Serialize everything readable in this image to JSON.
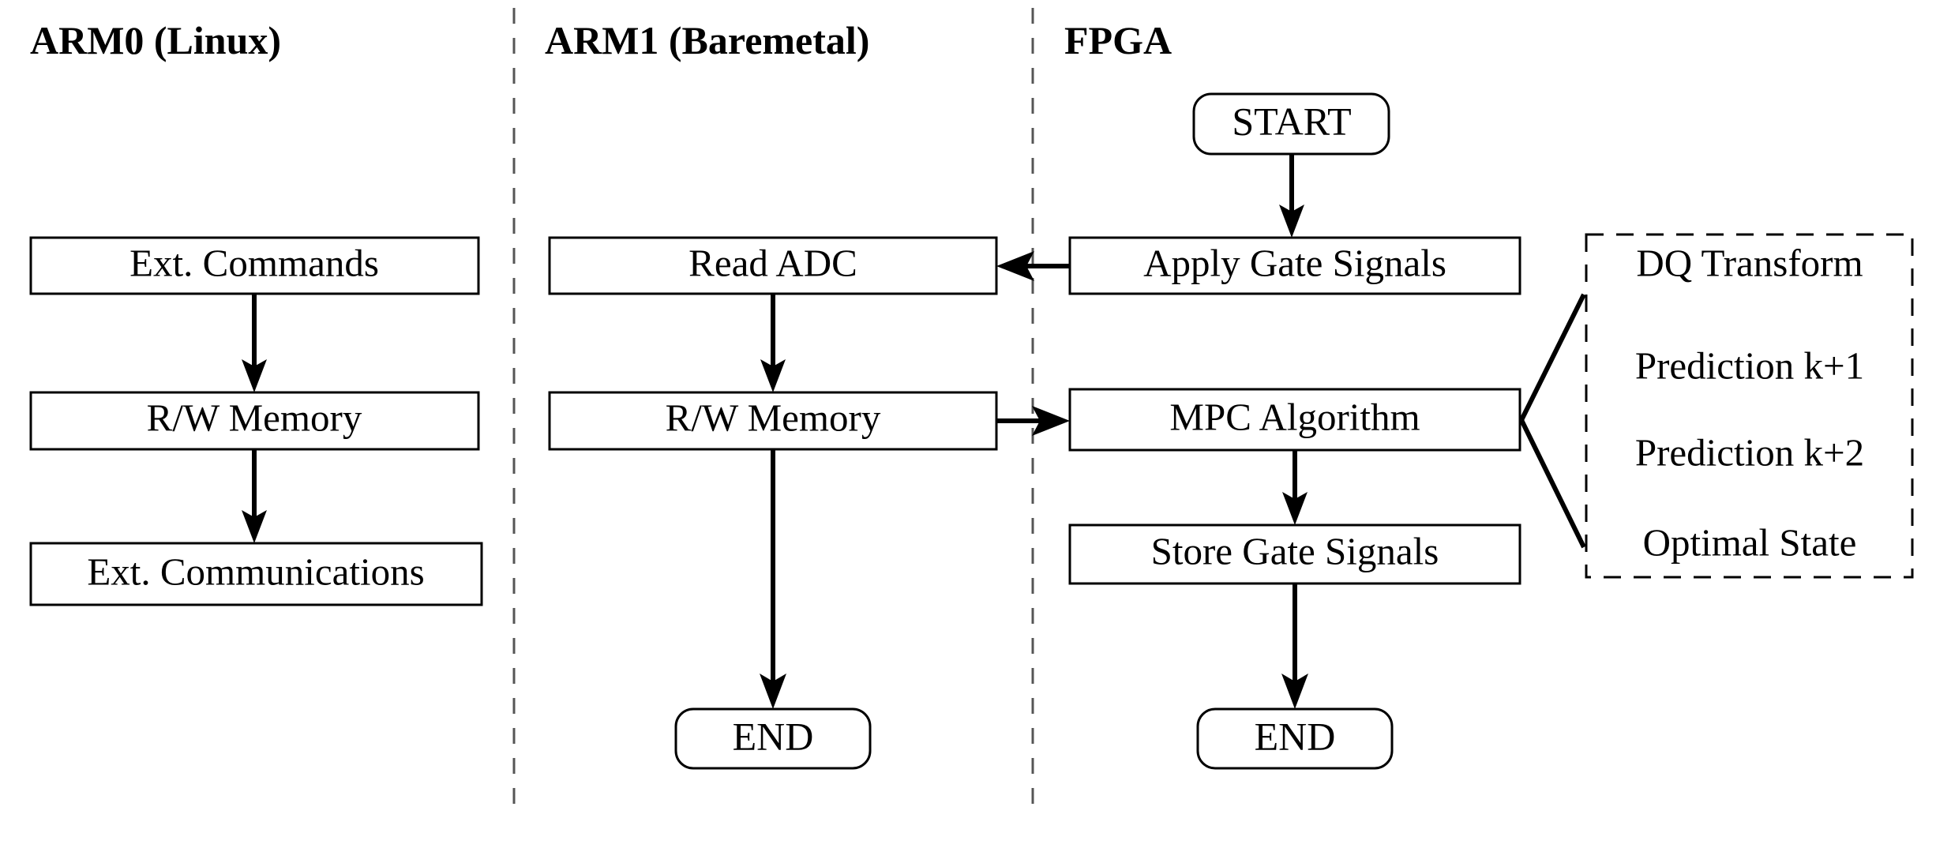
{
  "figure": {
    "kind": "system-partition-flowchart",
    "background_color": "#ffffff",
    "stroke_color": "#000000",
    "divider_color": "#555555"
  },
  "columns": [
    {
      "id": "arm0",
      "title": "ARM0 (Linux)"
    },
    {
      "id": "arm1",
      "title": "ARM1 (Baremetal)"
    },
    {
      "id": "fpga",
      "title": "FPGA"
    }
  ],
  "nodes": {
    "ext_commands": {
      "label": "Ext. Commands",
      "shape": "rect",
      "column": "arm0"
    },
    "arm0_rw_memory": {
      "label": "R/W Memory",
      "shape": "rect",
      "column": "arm0"
    },
    "ext_communications": {
      "label": "Ext. Communications",
      "shape": "rect",
      "column": "arm0"
    },
    "read_adc": {
      "label": "Read ADC",
      "shape": "rect",
      "column": "arm1"
    },
    "arm1_rw_memory": {
      "label": "R/W Memory",
      "shape": "rect",
      "column": "arm1"
    },
    "arm1_end": {
      "label": "END",
      "shape": "rounded",
      "column": "arm1"
    },
    "fpga_start": {
      "label": "START",
      "shape": "rounded",
      "column": "fpga"
    },
    "apply_gate_signals": {
      "label": "Apply Gate Signals",
      "shape": "rect",
      "column": "fpga"
    },
    "mpc_algorithm": {
      "label": "MPC Algorithm",
      "shape": "rect",
      "column": "fpga"
    },
    "store_gate_signals": {
      "label": "Store Gate Signals",
      "shape": "rect",
      "column": "fpga"
    },
    "fpga_end": {
      "label": "END",
      "shape": "rounded",
      "column": "fpga"
    }
  },
  "annotation_group": {
    "style": "dashed",
    "attached_to": "mpc_algorithm",
    "items": [
      {
        "label": "DQ Transform"
      },
      {
        "label": "Prediction k+1"
      },
      {
        "label": "Prediction k+2"
      },
      {
        "label": "Optimal State"
      }
    ]
  },
  "edges": [
    {
      "from": "ext_commands",
      "to": "arm0_rw_memory",
      "direction": "down"
    },
    {
      "from": "arm0_rw_memory",
      "to": "ext_communications",
      "direction": "down"
    },
    {
      "from": "read_adc",
      "to": "arm1_rw_memory",
      "direction": "down"
    },
    {
      "from": "arm1_rw_memory",
      "to": "arm1_end",
      "direction": "down"
    },
    {
      "from": "fpga_start",
      "to": "apply_gate_signals",
      "direction": "down"
    },
    {
      "from": "apply_gate_signals",
      "to": "read_adc",
      "direction": "left"
    },
    {
      "from": "arm1_rw_memory",
      "to": "mpc_algorithm",
      "direction": "right"
    },
    {
      "from": "mpc_algorithm",
      "to": "store_gate_signals",
      "direction": "down"
    },
    {
      "from": "store_gate_signals",
      "to": "fpga_end",
      "direction": "down"
    }
  ]
}
